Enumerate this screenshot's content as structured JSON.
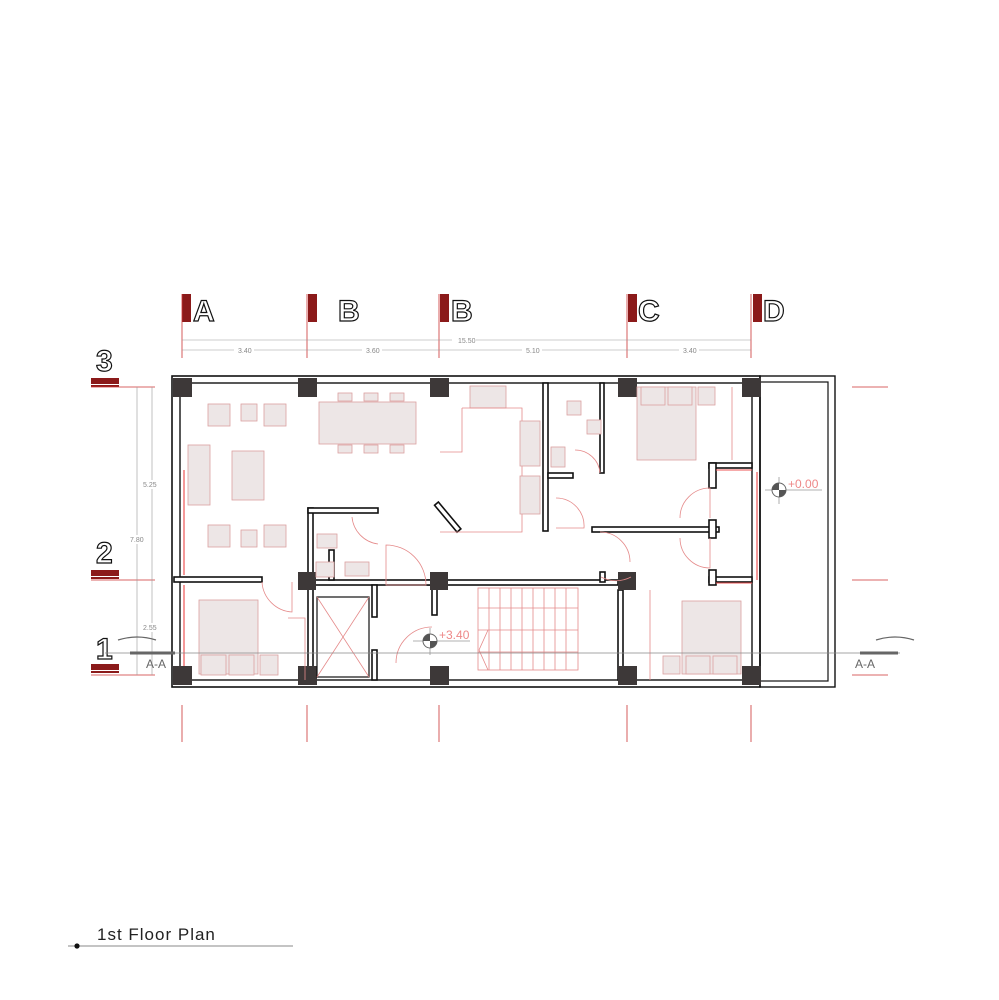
{
  "grid": {
    "columns": [
      "A",
      "B",
      "B",
      "C",
      "D"
    ],
    "rows": [
      "3",
      "2",
      "1"
    ]
  },
  "dimensions": {
    "overall_width": "15.50",
    "bays": [
      "3.40",
      "3.60",
      "5.10",
      "3.40"
    ],
    "overall_depth": "7.80",
    "row_bays": [
      "5.25",
      "2.55"
    ]
  },
  "section": {
    "left_label": "A-A",
    "right_label": "A-A"
  },
  "levels": {
    "upper": "+3.40",
    "ground": "+0.00"
  },
  "title": "1st Floor Plan",
  "colors": {
    "grid_marker": "#8b1a1a",
    "annotation": "#e58a8a",
    "column": "#3d3838",
    "furniture": "#ede6e6"
  }
}
